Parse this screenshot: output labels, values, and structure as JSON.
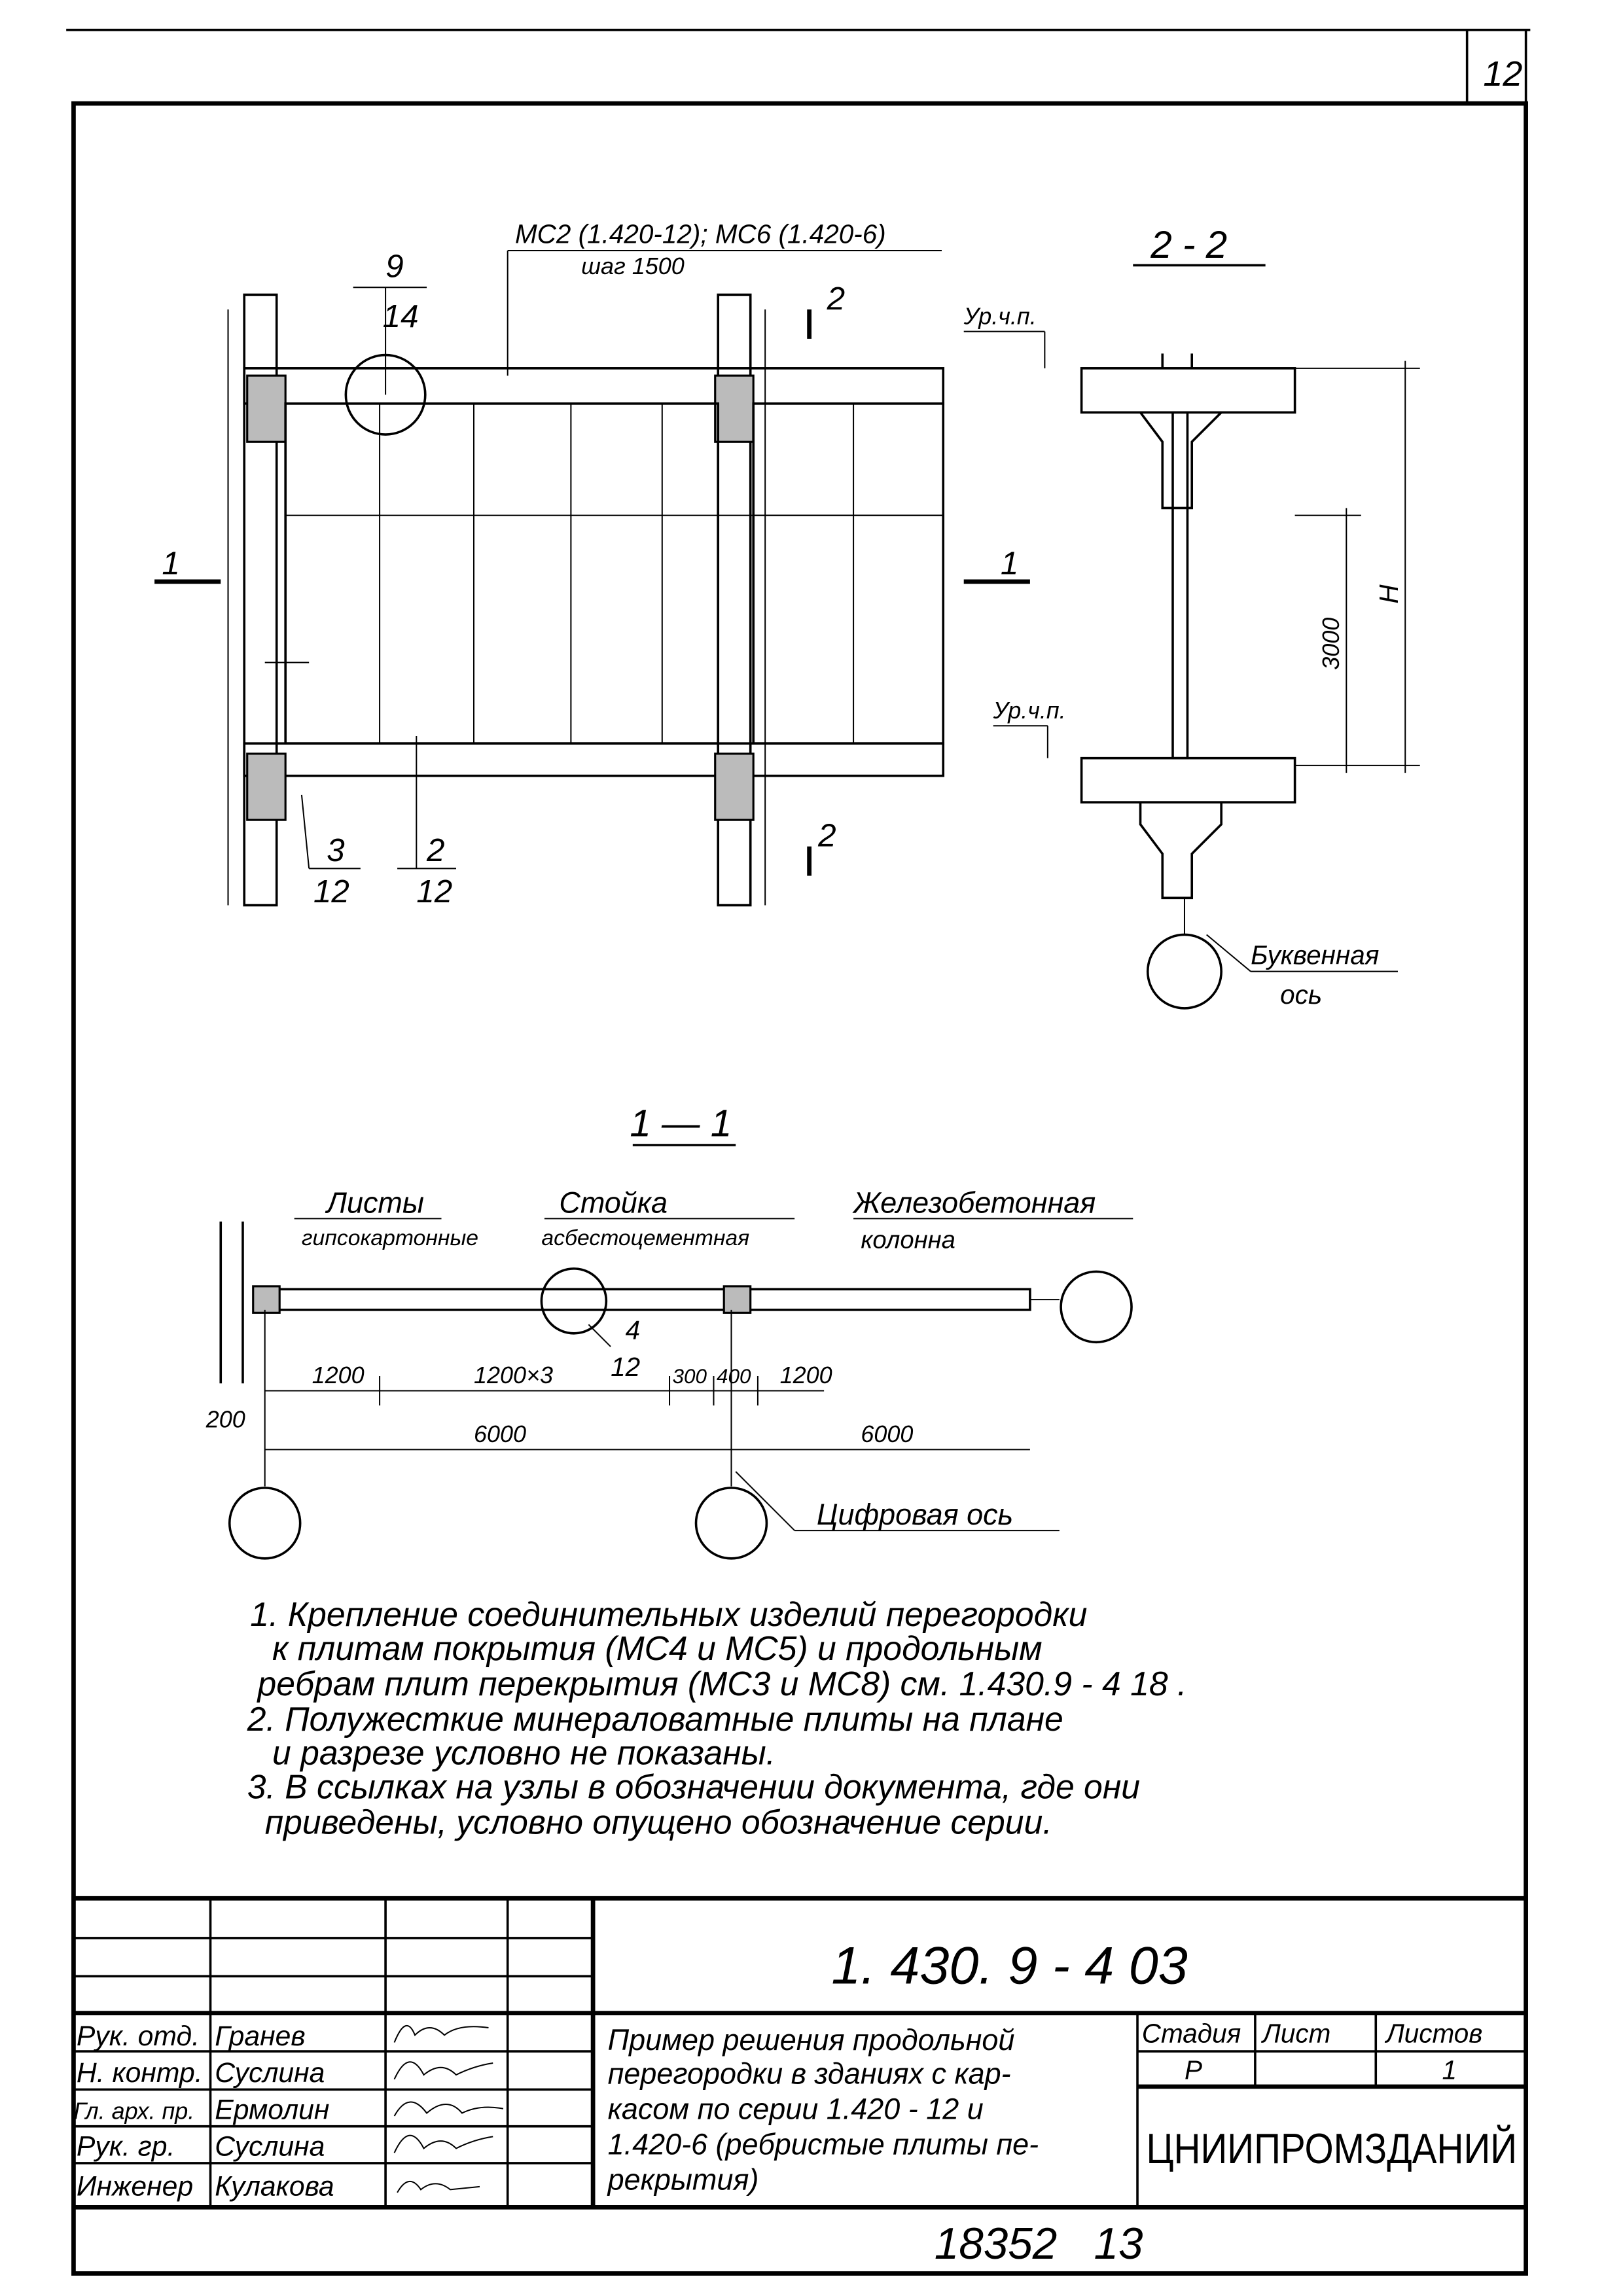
{
  "sheet_number": "12",
  "plan_view": {
    "connector_label": "МС2 (1.420-12); МС6 (1.420-6)",
    "connector_pitch": "шаг 1500",
    "node_ref_top": {
      "num": "9",
      "sheet": "14"
    },
    "node_ref_bottom_left": {
      "num": "3",
      "sheet": "12"
    },
    "node_ref_bottom_mid": {
      "num": "2",
      "sheet": "12"
    },
    "section_mark_2": "2",
    "section_mark_1": "1"
  },
  "section_2_2": {
    "title": "2 - 2",
    "floor_level_top": "Ур.ч.п.",
    "floor_level_bottom": "Ур.ч.п.",
    "dim_height": "H",
    "dim_3000": "3000",
    "axis_label_line1": "Буквенная",
    "axis_label_line2": "ось"
  },
  "section_1_1": {
    "title": "1 — 1",
    "label_sheets_1": "Листы",
    "label_sheets_2": "гипсокартонные",
    "label_post_1": "Стойка",
    "label_post_2": "асбестоцементная",
    "label_column_1": "Железобетонная",
    "label_column_2": "колонна",
    "node_ref": {
      "num": "4",
      "sheet": "12"
    },
    "dims_row1": [
      "1200",
      "1200×3",
      "300",
      "400",
      "1200"
    ],
    "dims_row2": [
      "6000",
      "6000"
    ],
    "dim_offset": "200",
    "axis_label": "Цифровая ось"
  },
  "notes": [
    "1. Крепление соединительных изделий перегородки",
    "к плитам покрытия (МС4 и МС5) и продольным",
    "ребрам плит перекрытия (МС3 и МС8) см. 1.430.9 - 4 18 .",
    "2. Полужесткие минераловатные плиты на плане",
    "и разрезе условно не показаны.",
    "3. В ссылках на узлы в обозначении документа, где они",
    "приведены, условно опущено обозначение серии."
  ],
  "title_block": {
    "document_code": "1. 430. 9 - 4 03",
    "staff": [
      {
        "role": "Рук. отд.",
        "name": "Гранев",
        "signature": "Гранев"
      },
      {
        "role": "Н. контр.",
        "name": "Суслина",
        "signature": "Суслина"
      },
      {
        "role": "Гл. арх. пр.",
        "name": "Ермолин",
        "signature": "Ермолин"
      },
      {
        "role": "Рук. гр.",
        "name": "Суслина",
        "signature": "Суслина"
      },
      {
        "role": "Инженер",
        "name": "Кулакова",
        "signature": "Кулакова"
      }
    ],
    "description": [
      "Пример решения продольной",
      "перегородки в зданиях с кар-",
      "касом по серии 1.420 - 12 и",
      "1.420-6 (ребристые плиты пе-",
      "рекрытия)"
    ],
    "stage_header": "Стадия",
    "sheet_header": "Лист",
    "sheets_header": "Листов",
    "stage_value": "Р",
    "sheet_value": "",
    "sheets_value": "1",
    "organization": "ЦНИИПРОМЗДАНИЙ"
  },
  "footer_number": "18352   13"
}
